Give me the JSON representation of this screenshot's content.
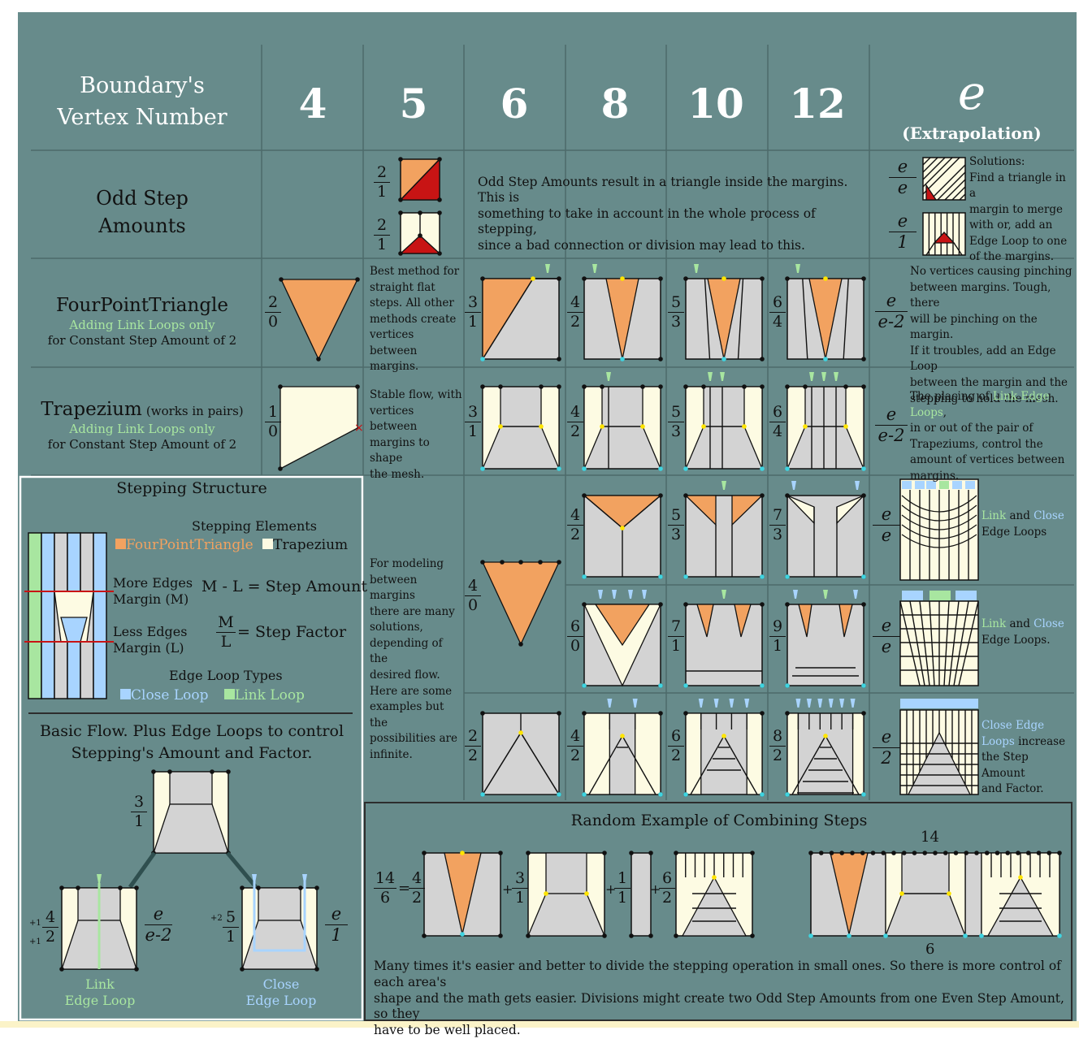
{
  "header": {
    "row_label": [
      "Boundary's",
      "Vertex Number"
    ],
    "columns": [
      "4",
      "5",
      "6",
      "8",
      "10",
      "12",
      "e"
    ],
    "extrapolation": "(Extrapolation)"
  },
  "rows": {
    "odd": {
      "title": [
        "Odd Step",
        "Amounts"
      ],
      "fracs": [
        [
          "2",
          "1"
        ],
        [
          "2",
          "1"
        ]
      ],
      "text": [
        "Odd Step Amounts result in a triangle inside the margins. This is",
        "something to take in account in the whole process of stepping,",
        "since a  bad connection or division may lead to this."
      ],
      "e_fracs": [
        [
          "e",
          "e"
        ],
        [
          "e",
          "1"
        ]
      ],
      "e_text": [
        "Solutions:",
        "Find a triangle in a",
        "margin to merge",
        "with or, add an",
        "Edge Loop to one",
        "of the margins."
      ]
    },
    "fpt": {
      "title": "FourPointTriangle",
      "sub": "Adding Link Loops only",
      "sub2": "for Constant Step Amount of 2",
      "fracs": [
        [
          "2",
          "0"
        ],
        [
          "3",
          "1"
        ],
        [
          "4",
          "2"
        ],
        [
          "5",
          "3"
        ],
        [
          "6",
          "4"
        ]
      ],
      "text": [
        "Best method for",
        "straight flat",
        "steps. All other",
        "methods create",
        "vertices between",
        "margins."
      ],
      "e_frac": [
        "e",
        "e-2"
      ],
      "e_text": [
        "No vertices causing pinching",
        "between margins. Tough, there",
        "will be pinching on the margin.",
        "If it troubles, add an Edge Loop",
        "between the margin and the",
        "stepping to hold the mesh."
      ]
    },
    "trap": {
      "title": "Trapezium",
      "title_note": "(works in pairs)",
      "sub": "Adding Link Loops only",
      "sub2": "for Constant Step Amount of 2",
      "fracs": [
        [
          "1",
          "0"
        ],
        [
          "3",
          "1"
        ],
        [
          "4",
          "2"
        ],
        [
          "5",
          "3"
        ],
        [
          "6",
          "4"
        ]
      ],
      "text": [
        "Stable flow, with",
        "vertices between",
        "margins to shape",
        "the mesh."
      ],
      "e_frac": [
        "e",
        "e-2"
      ],
      "e_text_a": "The placing of ",
      "e_text_link": "Link Edge Loops",
      "e_text_b": ",",
      "e_text_rest": [
        "in or out of the pair of",
        "Trapeziums, control the",
        "amount of vertices between",
        "margins."
      ]
    },
    "lower": {
      "text": [
        "For modeling",
        "between margins",
        "there are many",
        "solutions,",
        "depending of the",
        "desired flow.",
        "Here are some",
        "examples but the",
        "possibilities are",
        "infinite."
      ],
      "big_frac": [
        "4",
        "0"
      ],
      "row1_fracs": [
        [
          "4",
          "2"
        ],
        [
          "5",
          "3"
        ],
        [
          "7",
          "3"
        ],
        [
          "e",
          "e"
        ]
      ],
      "row2_fracs": [
        [
          "6",
          "0"
        ],
        [
          "7",
          "1"
        ],
        [
          "9",
          "1"
        ],
        [
          "e",
          "e"
        ]
      ],
      "row3_fracs": [
        [
          "2",
          "2"
        ],
        [
          "4",
          "2"
        ],
        [
          "6",
          "2"
        ],
        [
          "8",
          "2"
        ],
        [
          "e",
          "2"
        ]
      ],
      "r1_link": "Link",
      "r1_and": " and ",
      "r1_close": "Close",
      "r1_rest": "Edge Loops",
      "r2_link": "Link",
      "r2_and": " and ",
      "r2_close": "Close",
      "r2_rest": "Edge Loops.",
      "r3_close": [
        "Close Edge",
        "Loops"
      ],
      "r3_rest_a": " increase",
      "r3_rest": [
        "the Step Amount",
        "and Factor."
      ]
    }
  },
  "stepping": {
    "title": "Stepping Structure",
    "elements_title": "Stepping Elements",
    "fpt": "FourPointTriangle",
    "trap": "Trapezium",
    "more": [
      "More Edges",
      "Margin (M)"
    ],
    "less": [
      "Less Edges",
      "Margin (L)"
    ],
    "eq1": "M - L = Step Amount",
    "eq2_n": "M",
    "eq2_d": "L",
    "eq2_r": "= Step Factor",
    "loop_types": "Edge Loop Types",
    "close_loop": "Close Loop",
    "link_loop": "Link Loop"
  },
  "basic": {
    "title": [
      "Basic Flow. Plus Edge Loops to control",
      "Stepping's Amount and Factor."
    ],
    "top_frac": [
      "3",
      "1"
    ],
    "left_frac": [
      "4",
      "2"
    ],
    "left_plus": [
      "+1",
      "+1"
    ],
    "left_e": [
      "e",
      "e-2"
    ],
    "right_frac": [
      "5",
      "1"
    ],
    "right_plus": "+2",
    "right_e": [
      "e",
      "1"
    ],
    "link_label": [
      "Link",
      "Edge Loop"
    ],
    "close_label": [
      "Close",
      "Edge Loop"
    ]
  },
  "random": {
    "title": "Random Example of Combining Steps",
    "main_frac": [
      "14",
      "6"
    ],
    "eq": "=",
    "parts": [
      [
        "4",
        "2"
      ],
      [
        "3",
        "1"
      ],
      [
        "1",
        "1"
      ],
      [
        "6",
        "2"
      ]
    ],
    "plus": "+",
    "top_num": "14",
    "bottom_num": "6",
    "text": [
      "Many times it's easier and better to divide the stepping operation in small ones. So there is more control of each area's",
      "shape and the math gets easier. Divisions might create two Odd Step Amounts from one Even Step Amount, so they",
      "have to be well placed."
    ]
  },
  "colors": {
    "bg": "#678b8b",
    "orange": "#f2a260",
    "cream": "#fdfbe3",
    "gray": "#d3d3d3",
    "red": "#c81414",
    "green": "#a8e6a0",
    "blue": "#a8d4ff"
  }
}
